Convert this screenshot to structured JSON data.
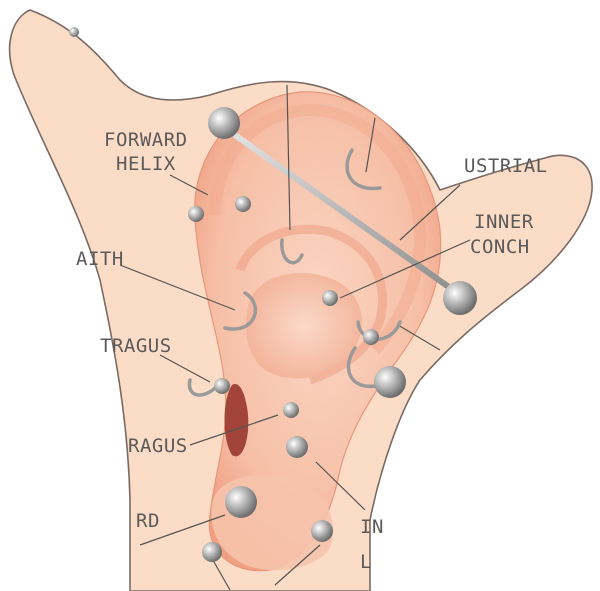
{
  "labels": {
    "forward_helix_1": "FORWARD",
    "forward_helix_2": "HELIX",
    "industrial": "USTRIAL",
    "inner_conch_1": "INNER",
    "inner_conch_2": "CONCH",
    "daith": "AITH",
    "tragus": "TRAGUS",
    "anti_tragus": "RAGUS",
    "standard_lobe": "RD",
    "inner_lobe_1": "IN",
    "inner_lobe_2": "L"
  },
  "colors": {
    "skin": "#fbdcc6",
    "skin_outline": "#7a6a64",
    "ear_shadow": "#f1a689",
    "label": "#5a5a5a",
    "jewelry": "#a9a9a9"
  }
}
